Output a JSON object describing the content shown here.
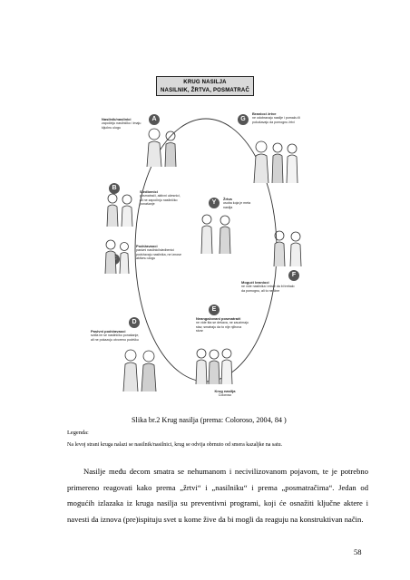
{
  "figure": {
    "title_line1": "KRUG NASILJA",
    "title_line2": "NASILNIK, ŽRTVA, POSMATRAČ",
    "stages": [
      {
        "letter": "A",
        "title": "Nasilnik/nasilnici",
        "desc": "započinju nasilničko i imaju ključnu ulogu"
      },
      {
        "letter": "B",
        "title": "Sledbenici",
        "desc": "posmatrači, aktivni učesnici, ali ne započinju nasilničko ponašanje"
      },
      {
        "letter": "C",
        "title": "Podržavaoci",
        "desc": "pasivni nasilnici/sledbenici podržavaju nasilnika, ne iznose aktivnu ulogu"
      },
      {
        "letter": "D",
        "title": "Pasivni podržavaoci",
        "desc": "sviđa im se nasilničko ponašanje, ali ne pokazuju otvoreno podršku"
      },
      {
        "letter": "E",
        "title": "Neangažovani posmatrači",
        "desc": "ne vide šta se dešava, ne zauzimaju stav, smatraju da to nije njihova stvar"
      },
      {
        "letter": "F",
        "title": "Mogući branioci",
        "desc": "ne vole nasilnika i misle da bi trebalo da pomognu, ali to ne čine"
      },
      {
        "letter": "G",
        "title": "Branioci žrtve",
        "desc": "ne odobravaju nasilje i pomažu ili pokušavaju da pomognu žrtvi"
      },
      {
        "letter": "Y",
        "title": "Žrtva",
        "desc": "osoba koja je meta nasilja"
      }
    ],
    "bottom_label_title": "Krug nasilja",
    "bottom_label_sub": "Coloroso"
  },
  "caption": "Slika br.2    Krug nasilja  (prema: Coloroso, 2004,  84 )",
  "legend_label": "Legenda:",
  "legend_text": "Na levoj strani kruga nalazi se nasilnik/nasilnici, krug se odvija obrnuto od smera kazaljke na satu.",
  "paragraph": "Nasilje među decom smatra se nehumanom i necivilizovanom pojavom, te je potrebno primereno reagovati kako prema „žrtvi“ i „nasilniku“ i prema „posmatračima“. Jedan od mogućih izlazaka iz kruga nasilja su preventivni programi, koji će osnažiti ključne aktere i navesti da iznova (pre)ispituju svet u kome žive da bi mogli da reaguju na konstruktivan način.",
  "page_number": "58",
  "colors": {
    "title_box": "#d9d9d9",
    "line": "#333333",
    "badge": "#555555"
  }
}
